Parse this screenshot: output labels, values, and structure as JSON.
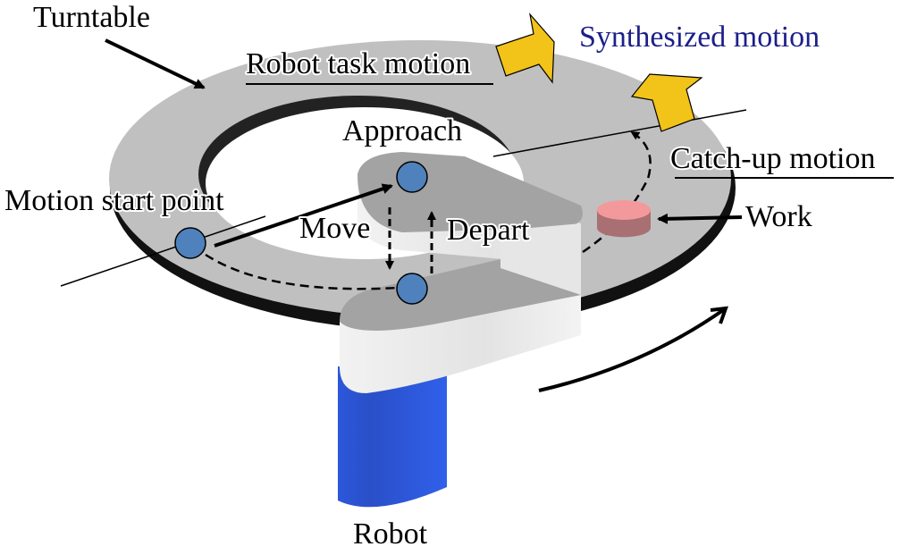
{
  "labels": {
    "turntable": "Turntable",
    "robot_task_motion": "Robot task motion",
    "synthesized_motion": "Synthesized motion",
    "approach": "Approach",
    "catch_up_motion": "Catch-up motion",
    "motion_start_point": "Motion start point",
    "move": "Move",
    "depart": "Depart",
    "work": "Work",
    "robot": "Robot"
  },
  "colors": {
    "turntable_surface": "#c0c0c0",
    "turntable_edge": "#111111",
    "robot_base": "#2e5de6",
    "robot_arm_top": "#a3a3a3",
    "robot_arm_side": "#e6e6e6",
    "waypoint": "#4f81bd",
    "work_piece": "#f4999b",
    "highlight_arrow": "#f2c318",
    "synthesized_text": "#1c1f8a"
  }
}
